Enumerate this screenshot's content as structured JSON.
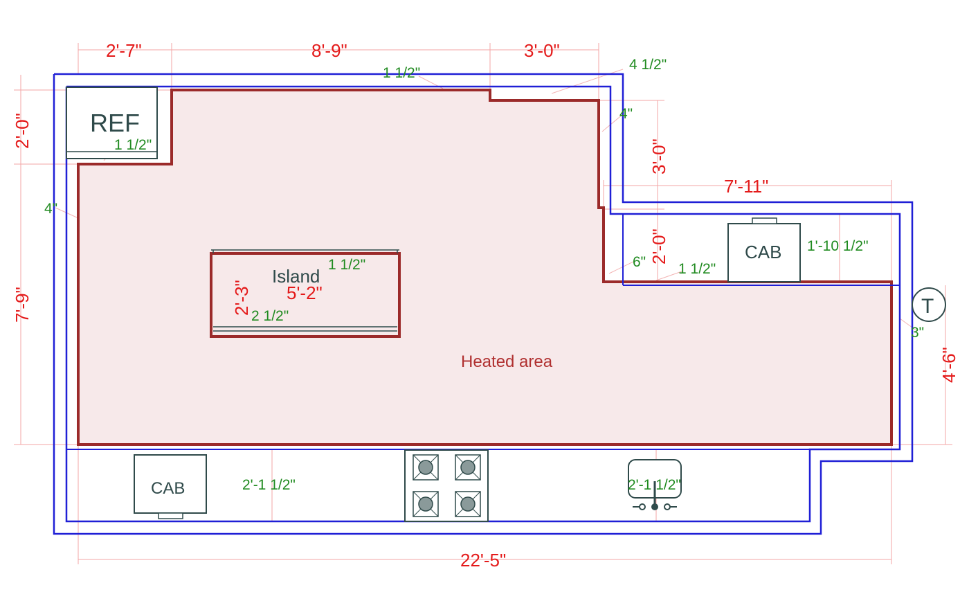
{
  "dimensions": {
    "top_ref_width": "2'-7\"",
    "top_middle": "8'-9\"",
    "top_right": "3'-0\"",
    "left_upper": "2'-0\"",
    "left_lower": "7'-9\"",
    "right_upper": "3'-0\"",
    "right_mid": "2'-0\"",
    "right_lower": "4'-6\"",
    "step_width": "7'-11\"",
    "bottom_total": "22'-5\"",
    "island_width": "5'-2\"",
    "island_depth": "2'-3\""
  },
  "notes": {
    "top_offset": "1 1/2\"",
    "corner_offset": "4 1/2\"",
    "right_wall_4": "4\"",
    "ref_offset": "1 1/2\"",
    "left_wall_4": "4\"",
    "island_top_offset": "1 1/2\"",
    "island_bottom_offset": "2 1/2\"",
    "step_6": "6\"",
    "step_offset": "1 1/2\"",
    "cab_right_depth": "1'-10 1/2\"",
    "right_wall_3": "3\"",
    "counter_depth_left": "2'-1 1/2\"",
    "counter_depth_right": "2'-1 1/2\""
  },
  "labels": {
    "ref": "REF",
    "island": "Island",
    "cab_right": "CAB",
    "cab_bottom": "CAB",
    "heated_area": "Heated area",
    "thermostat": "T"
  },
  "colors": {
    "wall": "#1f1fd6",
    "room_outline": "#9b2a2a",
    "room_fill": "#f7e9ea",
    "dimension_text": "#e41a1a",
    "note_text": "#1f8a1f",
    "fixture": "#2f4a4a"
  }
}
